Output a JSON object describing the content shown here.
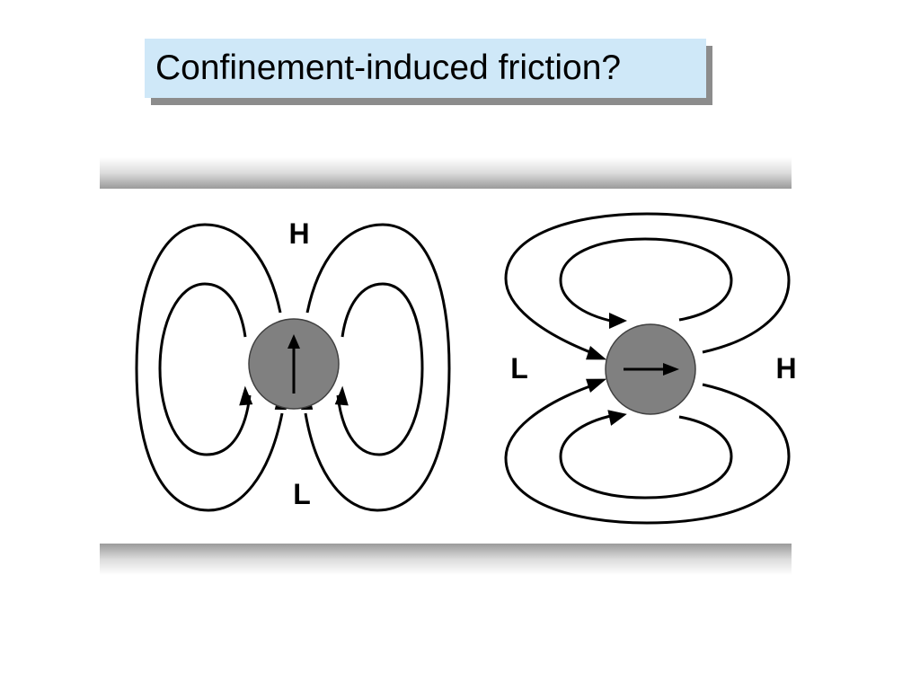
{
  "slide": {
    "title": "Confinement-induced friction?"
  },
  "diagram": {
    "left_panel": {
      "top_label": "H",
      "bottom_label": "L"
    },
    "right_panel": {
      "left_label": "L",
      "right_label": "H"
    }
  },
  "colors": {
    "title_background": "#cfe8f8",
    "title_shadow": "#8c8c8c",
    "particle_fill": "#808080",
    "stroke": "#000000"
  }
}
